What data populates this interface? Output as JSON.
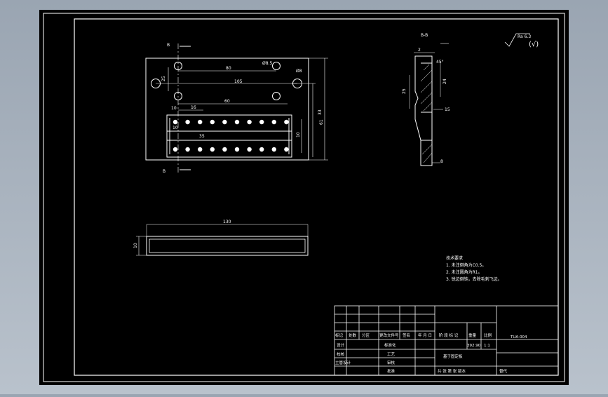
{
  "colors": {
    "background": "#a9b3be",
    "sheet": "#000000",
    "line": "#ffffff"
  },
  "front_view": {
    "section_mark_top": "B",
    "section_mark_bottom": "B",
    "dims": {
      "hole_spacing_top": "80",
      "hole_spacing_mid": "105",
      "hole_dia": "Ø8.5",
      "countersink": "Ø8",
      "left_offset": "25",
      "slot_offset": "60",
      "pitch": "16",
      "small_a": "10",
      "height_inner": "33",
      "height_outer": "61",
      "slot_height": "10",
      "slot_label": "35",
      "edge": "10"
    }
  },
  "section_view": {
    "title": "B-B",
    "dims": {
      "top": "2",
      "chamfer": "45°",
      "left": "25",
      "right": "24",
      "mid": "15",
      "bottom": "8"
    }
  },
  "roughness": {
    "value": "Ra 6.3",
    "paren": "(√)"
  },
  "bottom_view": {
    "length": "130",
    "height": "10"
  },
  "notes": {
    "title": "技术要求",
    "items": [
      "1. 未注倒角为C0.5。",
      "2. 未注圆角为R1。",
      "3. 锐边倒钝，去除毛刺飞边。"
    ]
  },
  "title_block": {
    "headers": [
      "标记",
      "处数",
      "分区",
      "更改文件号",
      "签名",
      "年 月 日"
    ],
    "left_rows": [
      "设计",
      "校核",
      "主管设计"
    ],
    "mid_rows": [
      "标准化",
      "工艺",
      "审核",
      "批准"
    ],
    "stage_headers": [
      "阶 段 标 记",
      "重量",
      "比例"
    ],
    "weight": "392.90",
    "scale": "1:1",
    "drawing_no": "TUA-004",
    "part_name": "基于固定板",
    "sheets": "共 张  第 张 版本",
    "replace": "替代"
  }
}
